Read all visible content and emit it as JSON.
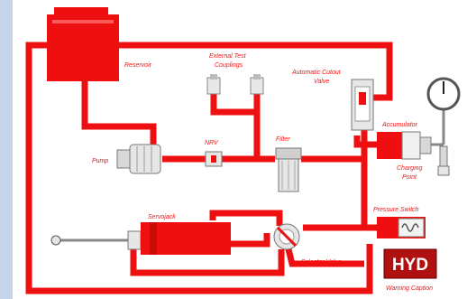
{
  "labels": {
    "reservoir": "Reservoir",
    "external_test_couplings_line1": "External Test",
    "external_test_couplings_line2": "Couplings",
    "automatic_cutout_valve_line1": "Automatic Cutout",
    "automatic_cutout_valve_line2": "Valve",
    "pump": "Pump",
    "nrv": "NRV",
    "filter": "Filter",
    "accumulator": "Accumulator",
    "charging_point_line1": "Charging",
    "charging_point_line2": "Point",
    "servojack": "Servojack",
    "pressure_switch": "Pressure Switch",
    "selector_valve": "Selector Valve",
    "warning_caption": "Warning Caption",
    "hyd_indicator": "HYD"
  },
  "colors": {
    "background": "#c5d4ea",
    "panel": "#ffffff",
    "fluid": "#ee1010",
    "label": "#ff1010",
    "warning_box": "#b01010"
  }
}
